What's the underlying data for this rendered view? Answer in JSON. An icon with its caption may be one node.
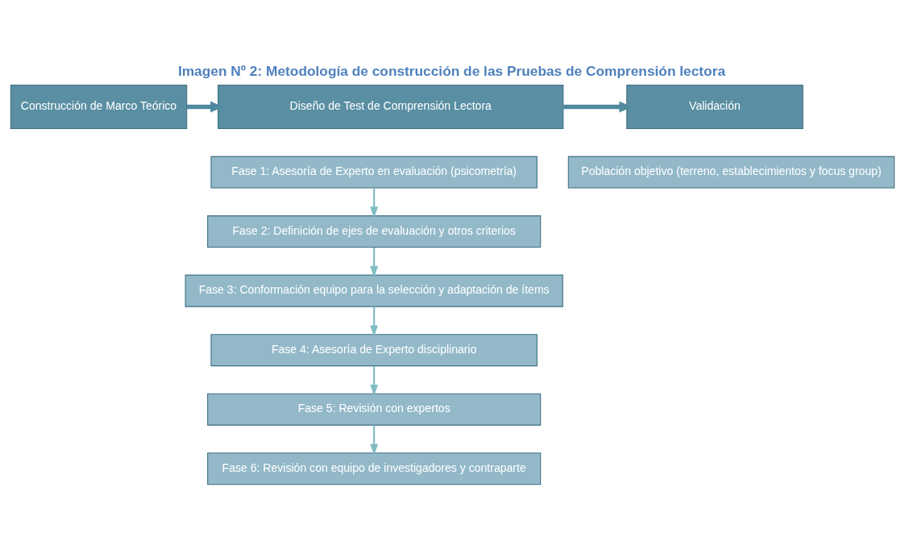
{
  "diagram": {
    "title": "Imagen Nº 2: Metodología de construcción de las Pruebas de Comprensión lectora",
    "nodes": [
      {
        "text": [
          "Construcción de Marco Teórico"
        ]
      },
      {
        "text": [
          "Diseño de Test de Comprensión Lectora"
        ]
      },
      {
        "text": [
          "Validación"
        ]
      },
      {
        "text": [
          "Fase 1: Asesoría de Experto en evaluación (psicometría)"
        ]
      },
      {
        "text": [
          "Población objetivo (terreno, establecimientos y focus group)"
        ]
      },
      {
        "text": [
          "Fase 2: Definición de ejes de evaluación y otros criterios"
        ]
      },
      {
        "text": [
          "Fase 3: Conformación equipo para la selección y adaptación de ítems"
        ]
      },
      {
        "text": [
          "Fase 4: Asesoría de Experto disciplinario"
        ]
      },
      {
        "text": [
          "Fase 5: Revisión con expertos"
        ]
      },
      {
        "text": [
          "Fase 6: Revisión con equipo de investigadores y contraparte"
        ]
      }
    ],
    "edges": [
      {
        "from": 0,
        "to": 1,
        "arrow": "to",
        "style": "thick",
        "color": "#4f8a9e"
      },
      {
        "from": 1,
        "to": 2,
        "arrow": "to",
        "style": "thick",
        "color": "#4f8a9e"
      },
      {
        "from": 3,
        "to": 5,
        "arrow": "to"
      },
      {
        "from": 5,
        "to": 6,
        "arrow": "to"
      },
      {
        "from": 6,
        "to": 7,
        "arrow": "to"
      },
      {
        "from": 7,
        "to": 8,
        "arrow": "to"
      },
      {
        "from": 8,
        "to": 9,
        "arrow": "to"
      }
    ]
  }
}
